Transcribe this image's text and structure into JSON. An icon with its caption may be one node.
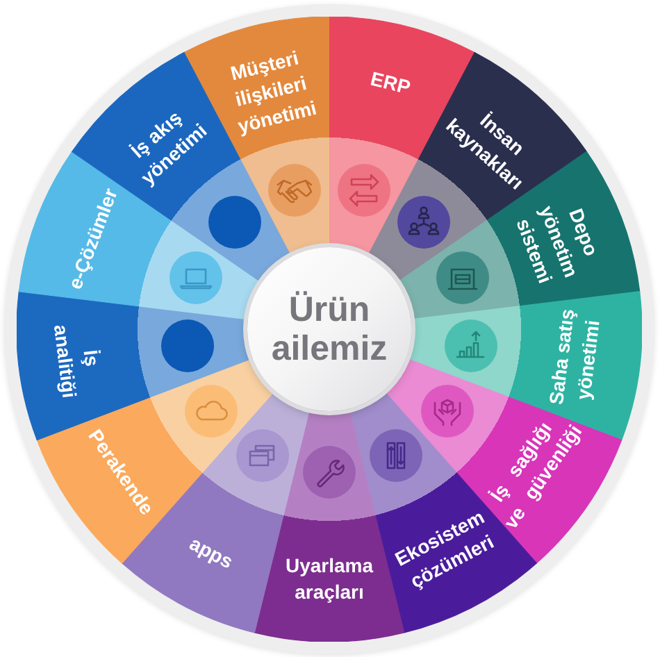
{
  "diagram": {
    "nodes": [
      {
        "text": [
          "Ürün ailemiz"
        ]
      },
      {
        "text": [
          "Müşteri ilişkileri yönetimi"
        ]
      },
      {
        "text": [
          "ERP"
        ]
      },
      {
        "text": [
          "İnsan kaynakları"
        ]
      },
      {
        "text": [
          "Depo yönetim sistemi"
        ]
      },
      {
        "text": [
          "Saha satış yönetimi"
        ]
      },
      {
        "text": [
          "İş sağlığı ve güvenliği"
        ]
      },
      {
        "text": [
          "Ekosistem çözümleri"
        ]
      },
      {
        "text": [
          "Uyarlama araçları"
        ]
      },
      {
        "text": [
          "apps"
        ]
      },
      {
        "text": [
          "Perakende"
        ]
      },
      {
        "text": [
          "İş analitiği"
        ]
      },
      {
        "text": [
          "e-Çözümler"
        ]
      },
      {
        "text": [
          "İş akış yönetimi"
        ]
      }
    ]
  }
}
